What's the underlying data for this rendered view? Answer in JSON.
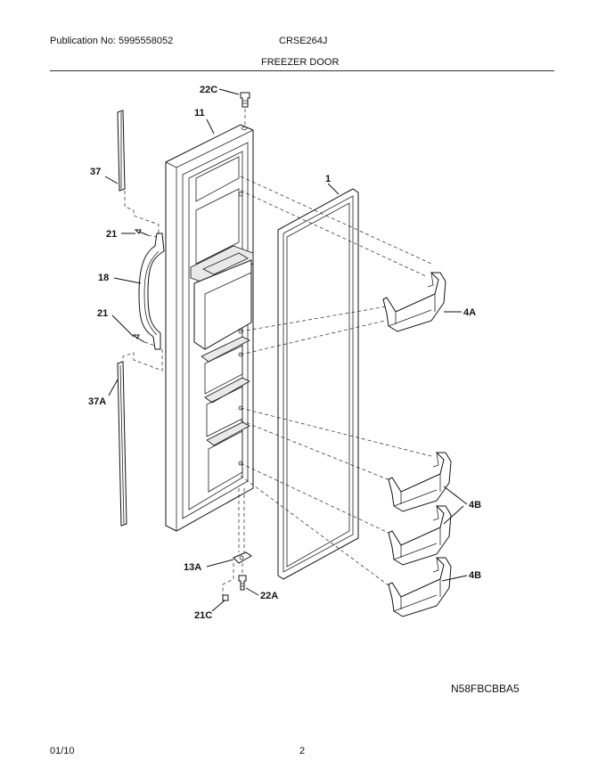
{
  "header": {
    "publication": "Publication No: 5995558052",
    "model": "CRSE264J",
    "section_title": "FREEZER DOOR"
  },
  "diagram": {
    "callouts": {
      "c22C": "22C",
      "c11": "11",
      "c37": "37",
      "c1": "1",
      "c21_top": "21",
      "c18": "18",
      "c21_bottom": "21",
      "c4A": "4A",
      "c37A": "37A",
      "c4B_top": "4B",
      "c4B_bottom": "4B",
      "c13A": "13A",
      "c22A": "22A",
      "c21C": "21C"
    },
    "drawing_code": "N58FBCBBA5"
  },
  "footer": {
    "date": "01/10",
    "page_number": "2"
  }
}
